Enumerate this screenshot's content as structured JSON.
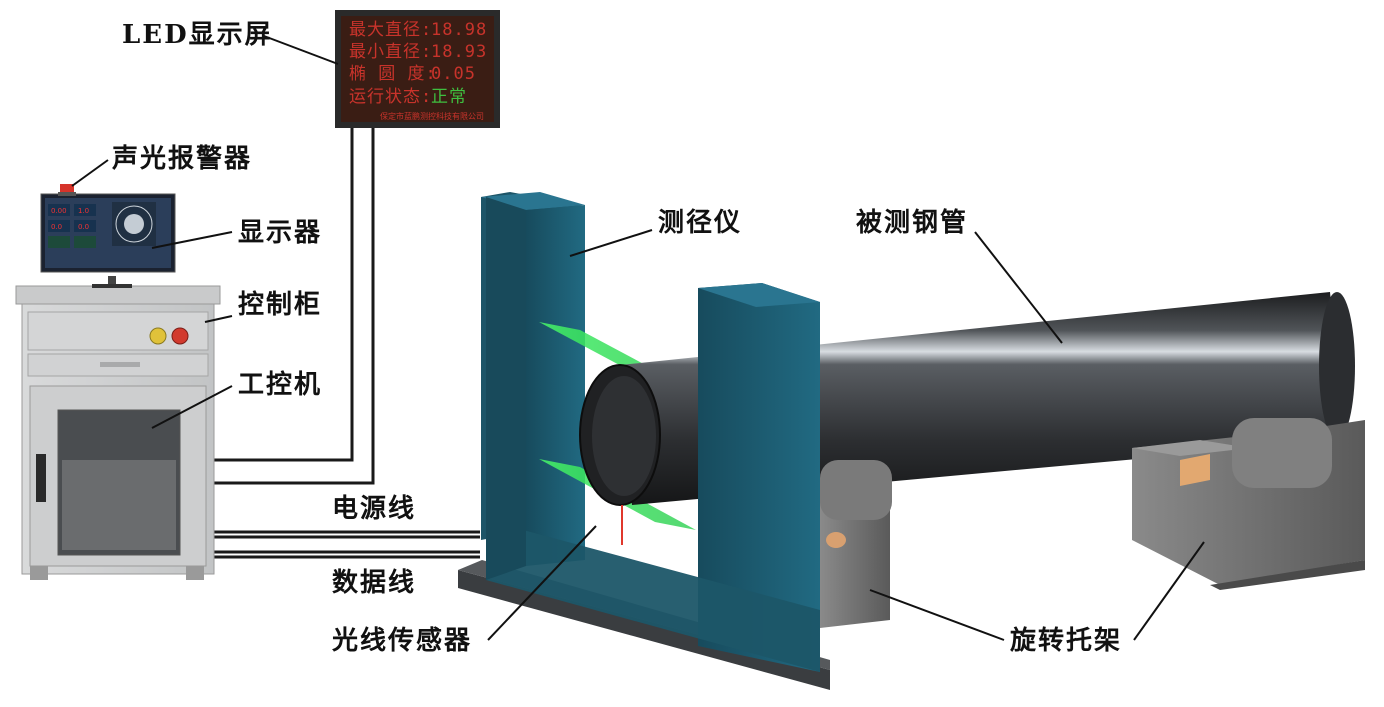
{
  "labels": {
    "led_screen": "LED显示屏",
    "alarm": "声光报警器",
    "monitor": "显示器",
    "cabinet": "控制柜",
    "ipc": "工控机",
    "power_line": "电源线",
    "data_line": "数据线",
    "gauge": "测径仪",
    "pipe": "被测钢管",
    "light_sensor": "光线传感器",
    "roller_stand": "旋转托架"
  },
  "led": {
    "max_label": "最大直径:",
    "max_value": "18.98",
    "min_label": "最小直径:",
    "min_value": "18.93",
    "oval_label": "椭 圆 度:",
    "oval_value": "0.05",
    "status_label": "运行状态:",
    "status_value": "正常",
    "footer": "保定市蓝鹏测控科技有限公司"
  },
  "monitor_readout": {
    "r1c1": "0.00",
    "r1c2": "1.0",
    "r2c1": "0.0",
    "r2c2": "0.0"
  },
  "colors": {
    "frame_blue": "#1e5d72",
    "laser_green": "#3ce25a",
    "pipe_dark": "#2b2d30",
    "stand_gray": "#6b6b6b",
    "led_red": "#c8332b",
    "led_green": "#3fbf3f"
  }
}
